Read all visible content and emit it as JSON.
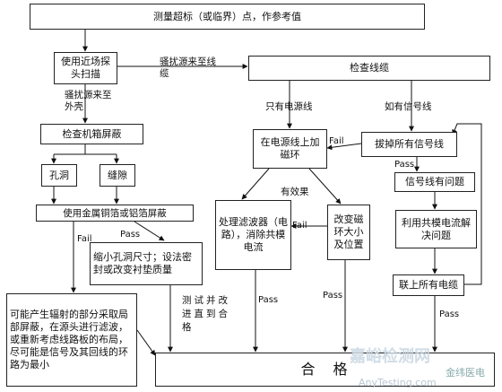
{
  "boxes": {
    "measure": "测量超标（或临界）点，作参考值",
    "nearfield": "使用近场探头扫描",
    "check_cable": "检查线缆",
    "check_shield": "检查机箱屏蔽",
    "hole": "孔洞",
    "gap": "缝隙",
    "copper_foil": "使用金属铜箔或铝箔屏蔽",
    "shrink_hole": "缩小孔洞尺寸；设法密封或改变衬垫质量",
    "local_shield": "可能产生辐射的部分采取局部屏蔽，在源头进行滤波，或重新考虑线路板的布局，尽可能是信号及其回线的环路为最小",
    "power_ring": "在电源线上加磁环",
    "unplug_signal": "拔掉所有信号线",
    "filter": "处理滤波器（电路），消除共模电流",
    "change_ring": "改变磁环大小及位置",
    "signal_problem": "信号线有问题",
    "common_mode": "利用共模电流解决问题",
    "connect_all": "联上所有电缆",
    "pass_final": "合　格"
  },
  "labels": {
    "source_to_cable": "骚扰源来至线缆",
    "source_to_case": "骚扰源来至外壳",
    "only_power": "只有电源线",
    "has_signal": "如有信号线",
    "fail1": "Fail",
    "fail2": "Fail",
    "fail3": "Fail",
    "pass1": "Pass",
    "pass2": "Pass",
    "pass3": "Pass",
    "pass4": "Pass",
    "pass5": "Pass",
    "effective": "有效果",
    "retest": "测试并改进直到合格"
  },
  "watermark": {
    "main": "嘉峪检测网",
    "url": "AnyTesting.com",
    "badge": "金纬医电"
  }
}
